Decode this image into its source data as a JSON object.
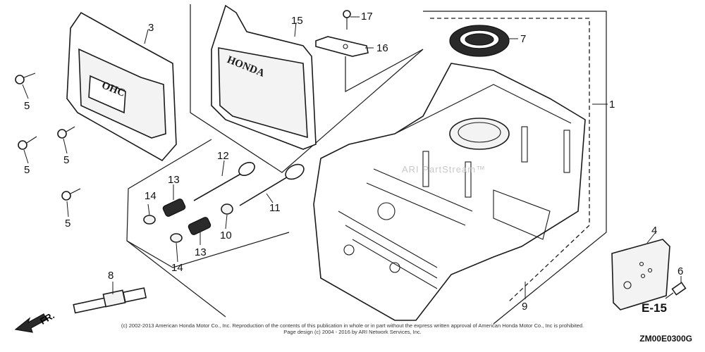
{
  "callouts": {
    "c1": "1",
    "c3": "3",
    "c4": "4",
    "c5a": "5",
    "c5b": "5",
    "c5c": "5",
    "c5d": "5",
    "c6": "6",
    "c7": "7",
    "c8": "8",
    "c9": "9",
    "c10": "10",
    "c11": "11",
    "c12": "12",
    "c13a": "13",
    "c13b": "13",
    "c14a": "14",
    "c14b": "14",
    "c15": "15",
    "c16": "16",
    "c17": "17"
  },
  "brand_text_a": "OHC",
  "brand_text_b": "HONDA",
  "watermark": "ARI PartStream™",
  "section_ref": "E-15",
  "diagram_code": "ZM00E0300G",
  "direction_label": "FR.",
  "copyright_line1": "(c) 2002-2013 American Honda Motor Co., Inc. Reproduction of the contents of this publication in whole or in part without the express written approval of American Honda Motor Co., Inc is prohibited.",
  "copyright_line2": "Page design (c) 2004 - 2016 by ARI Network Services, Inc.",
  "colors": {
    "line": "#1a1a1a",
    "watermark": "#c8c8c8"
  }
}
